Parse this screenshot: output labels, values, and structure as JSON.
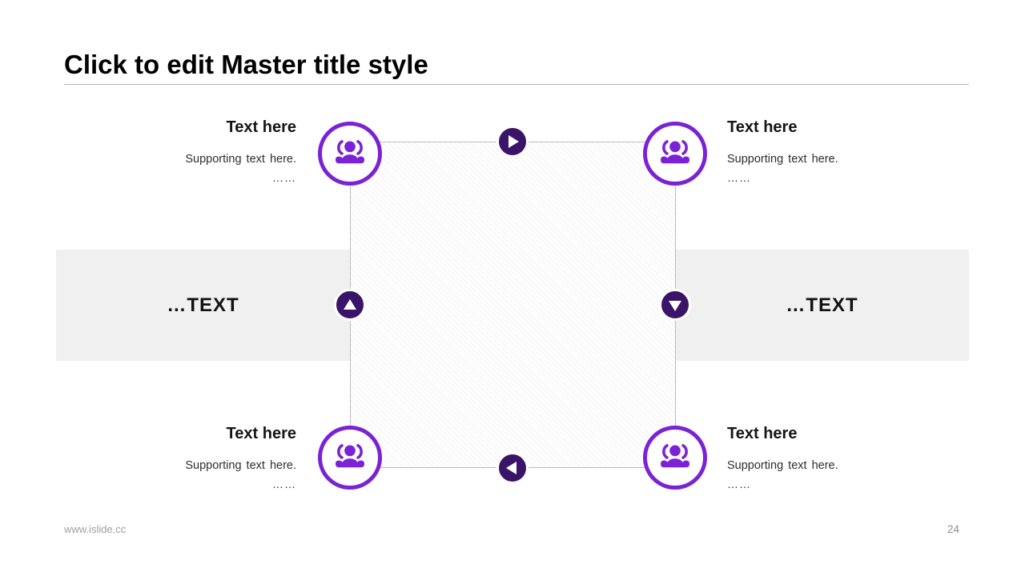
{
  "header": {
    "title": "Click to edit Master title style"
  },
  "bands": {
    "left_label": "…TEXT",
    "right_label": "…TEXT"
  },
  "corners": {
    "top_left": {
      "title": "Text here",
      "body": "Supporting text here.",
      "more": "……"
    },
    "top_right": {
      "title": "Text here",
      "body": "Supporting text here.",
      "more": "……"
    },
    "bottom_left": {
      "title": "Text here",
      "body": "Supporting text here.",
      "more": "……"
    },
    "bottom_right": {
      "title": "Text here",
      "body": "Supporting text here.",
      "more": "……"
    }
  },
  "footer": {
    "website": "www.islide.cc",
    "page_number": "24"
  },
  "icons": {
    "corner_icon": "people-group-icon",
    "top_edge_icon": "arrow-right-icon",
    "right_edge_icon": "arrow-down-icon",
    "bottom_edge_icon": "arrow-left-icon",
    "left_edge_icon": "arrow-up-icon"
  },
  "colors": {
    "accent_purple": "#7b22d5",
    "dark_purple": "#3a1468",
    "band_gray": "#f0f0f0"
  }
}
